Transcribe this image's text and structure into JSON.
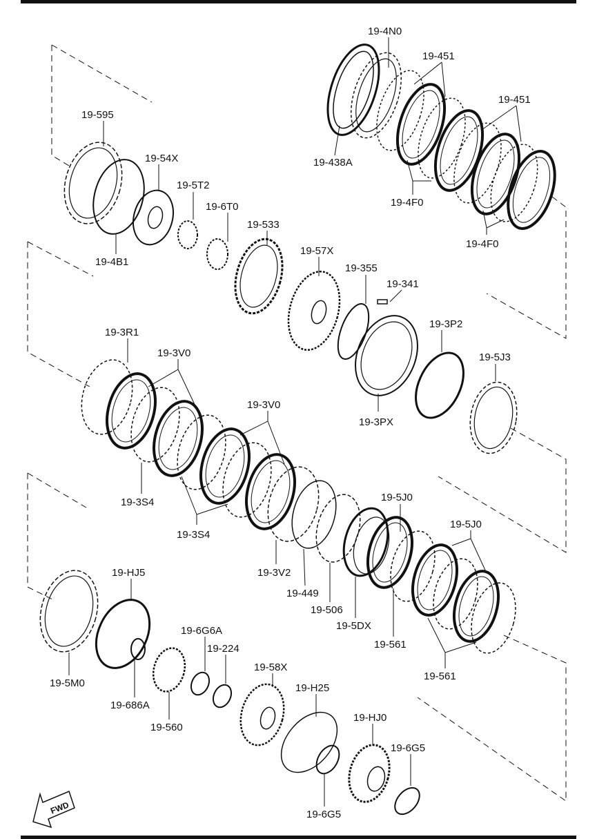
{
  "labels": {
    "l_19_4N0": "19-4N0",
    "l_19_451_a": "19-451",
    "l_19_451_b": "19-451",
    "l_19_438A": "19-438A",
    "l_19_4F0_a": "19-4F0",
    "l_19_4F0_b": "19-4F0",
    "l_19_595": "19-595",
    "l_19_54X": "19-54X",
    "l_19_5T2": "19-5T2",
    "l_19_6T0": "19-6T0",
    "l_19_533": "19-533",
    "l_19_4B1": "19-4B1",
    "l_19_57X": "19-57X",
    "l_19_355": "19-355",
    "l_19_341": "19-341",
    "l_19_3R1": "19-3R1",
    "l_19_3V0_a": "19-3V0",
    "l_19_3V0_b": "19-3V0",
    "l_19_3P2": "19-3P2",
    "l_19_5J3": "19-5J3",
    "l_19_3PX": "19-3PX",
    "l_19_3S4_a": "19-3S4",
    "l_19_3S4_b": "19-3S4",
    "l_19_5J0_a": "19-5J0",
    "l_19_5J0_b": "19-5J0",
    "l_19_3V2": "19-3V2",
    "l_19_449": "19-449",
    "l_19_506": "19-506",
    "l_19_5DX": "19-5DX",
    "l_19_561_a": "19-561",
    "l_19_561_b": "19-561",
    "l_19_HJ5": "19-HJ5",
    "l_19_5M0": "19-5M0",
    "l_19_686A": "19-686A",
    "l_19_6G6A": "19-6G6A",
    "l_19_224": "19-224",
    "l_19_58X": "19-58X",
    "l_19_560": "19-560",
    "l_19_H25": "19-H25",
    "l_19_HJ0": "19-HJ0",
    "l_19_6G5_a": "19-6G5",
    "l_19_6G5_b": "19-6G5"
  },
  "fwd_arrow": {
    "text": "FWD"
  },
  "colors": {
    "line": "#111111",
    "background": "#ffffff"
  }
}
